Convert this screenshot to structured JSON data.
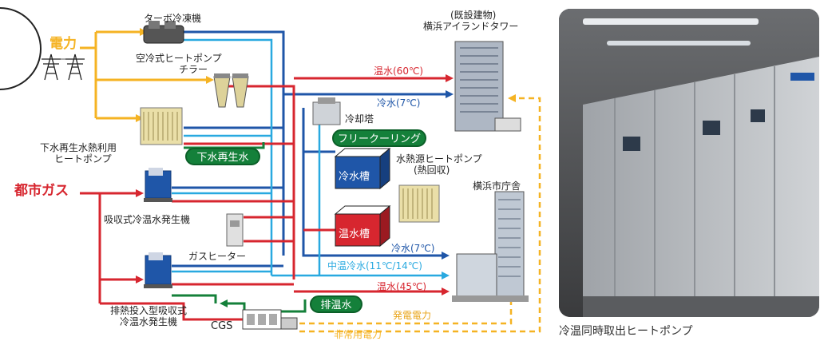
{
  "labels": {
    "electricity": "電力",
    "city_gas": "都市ガス",
    "turbo_chiller": "ターボ冷凍機",
    "air_hp_line1": "空冷式ヒートポンプ",
    "air_hp_line2": "チラー",
    "sewage_hp_line1": "下水再生水熱利用",
    "sewage_hp_line2": "ヒートポンプ",
    "sewage_water": "下水再生水",
    "absorption_chiller": "吸収式冷温水発生機",
    "gas_heater": "ガスヒーター",
    "exhaust_chiller_line1": "排熱投入型吸収式",
    "exhaust_chiller_line2": "冷温水発生機",
    "cgs": "CGS",
    "exhaust_hot_water": "排温水",
    "cooling_tower": "冷却塔",
    "free_cooling": "フリークーリング",
    "cold_tank": "冷水槽",
    "hot_tank": "温水槽",
    "water_hp_line1": "水熱源ヒートポンプ",
    "water_hp_line2": "(熱回収)",
    "existing_line1": "(既設建物)",
    "existing_line2": "横浜アイランドタワー",
    "city_hall": "横浜市庁舎",
    "hot_60": "温水(60℃)",
    "cold_7_top": "冷水(7℃)",
    "cold_7_bottom": "冷水(7℃)",
    "mid_cold": "中温冷水(11℃/14℃)",
    "hot_45": "温水(45℃)",
    "generated_power": "発電電力",
    "emergency_power": "非常用電力"
  },
  "photo": {
    "caption": "冷温同時取出ヒートポンプ"
  },
  "colors": {
    "electricity": "#f5b323",
    "gas": "#d7262f",
    "hot": "#d7262f",
    "cold": "#1f56a8",
    "mid": "#29a9e0",
    "green": "#14803a"
  }
}
